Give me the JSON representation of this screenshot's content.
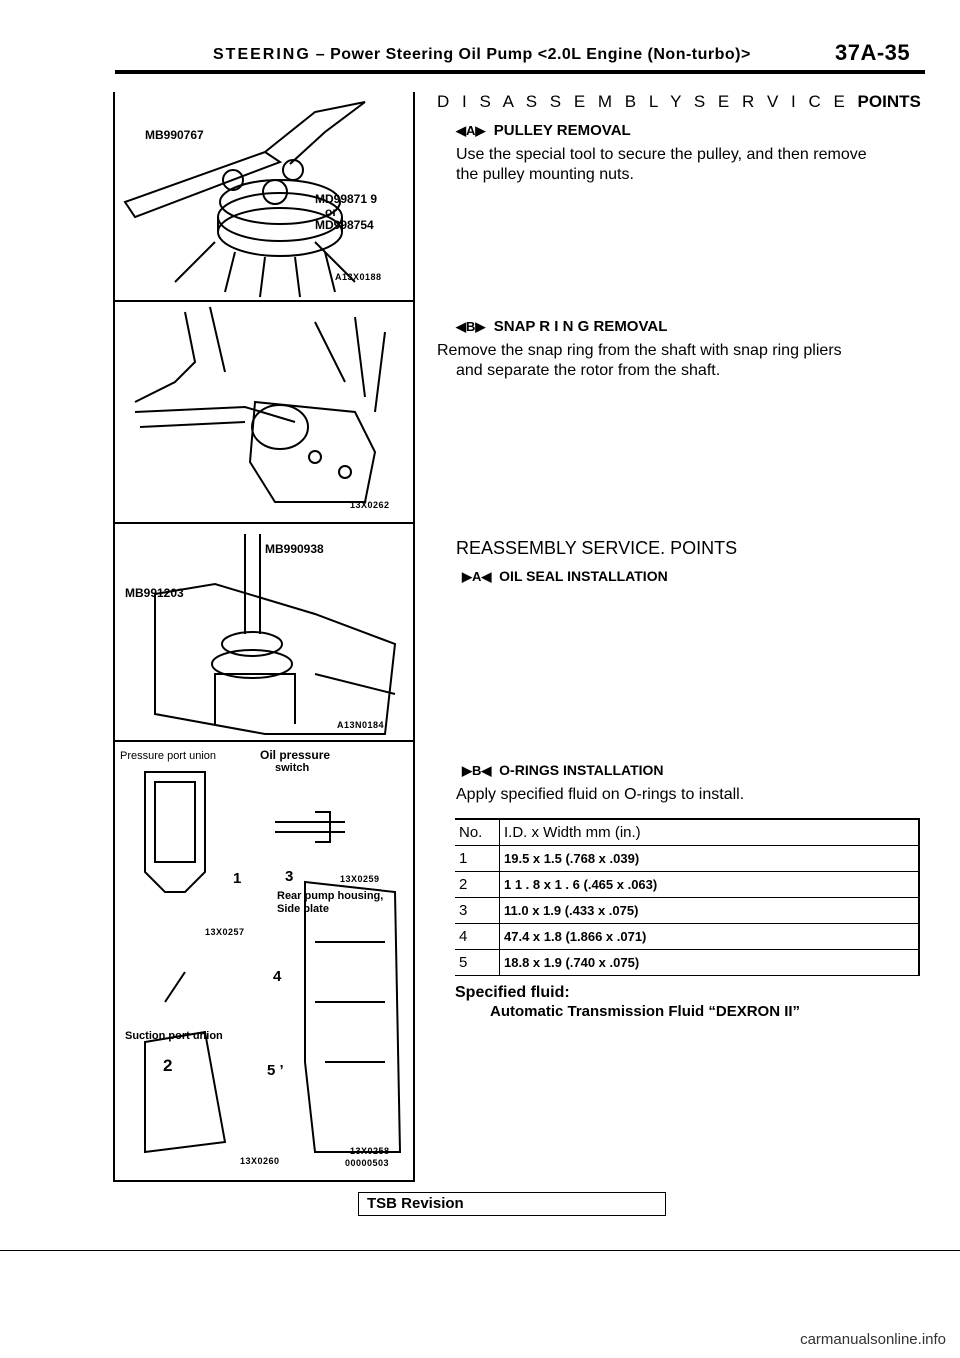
{
  "header": {
    "section": "STEERING",
    "dash": "–",
    "title": "Power Steering Oil Pump",
    "engine_tag": "<2.0L",
    "engine": "Engine",
    "turbo": "(Non-turbo)>",
    "page": "37A-35"
  },
  "figures": {
    "fig1": {
      "tool1": "MB990767",
      "tool2": "MD99871 9",
      "or": "or",
      "tool3": "MD998754",
      "code": "A13X0188"
    },
    "fig2": {
      "code": "13X0262"
    },
    "fig3": {
      "tool1": "MB990938",
      "tool2": "MB991203",
      "code": "A13N0184"
    },
    "fig4": {
      "pressure_union": "Pressure port union",
      "oil_switch": "Oil pressure",
      "switch": "switch",
      "n1": "1",
      "n3": "3",
      "code_a": "13X0259",
      "rear_housing": "Rear pump housing,",
      "side_plate": "Side plate",
      "code_b": "13X0257",
      "n4": "4",
      "suction_union": "Suction port union",
      "n2": "2",
      "n5": "5 ’",
      "code_c": "13X0260",
      "code_d": "13X0258",
      "code_e": "00000503"
    }
  },
  "disassembly": {
    "heading": "D I S A S S E M B L Y  S E R V I C E",
    "heading_end": "POINTS",
    "a_marker": "◀A▶",
    "a_title": "PULLEY REMOVAL",
    "a_line1": "Use the special tool to secure the pulley, and then remove",
    "a_line2": "the pulley mounting nuts.",
    "b_marker": "◀B▶",
    "b_title": "SNAP  R I N G  REMOVAL",
    "b_line1": "Remove the snap ring from the shaft with snap ring pliers",
    "b_line2": "and separate the rotor from the shaft."
  },
  "reassembly": {
    "heading": "REASSEMBLY SERVICE. POINTS",
    "a_marker": "▶A◀",
    "a_title": "OIL  SEAL INSTALLATION",
    "b_marker": "▶B◀",
    "b_title": "O-RINGS  INSTALLATION",
    "b_line1": "Apply specified fluid on O-rings to install.",
    "table_head": {
      "no": "No.",
      "dim": "I.D. x Width mm (in.)"
    },
    "rows": [
      {
        "no": "1",
        "dim": "19.5 x 1.5 (.768 x .039)"
      },
      {
        "no": "2",
        "dim": "1 1 . 8  x  1 . 6  (.465 x .063)"
      },
      {
        "no": "3",
        "dim": "11.0  x 1.9 (.433 x .075)"
      },
      {
        "no": "4",
        "dim": "47.4 x 1.8 (1.866 x .071)"
      },
      {
        "no": "5",
        "dim": "18.8  x  1.9  (.740 x .075)"
      }
    ],
    "fluid_label": "Specified fluid:",
    "fluid_value": "Automatic Transmission Fluid “DEXRON II”"
  },
  "footer": {
    "tsb": "TSB Revision",
    "watermark": "carmanualsonline.info"
  }
}
